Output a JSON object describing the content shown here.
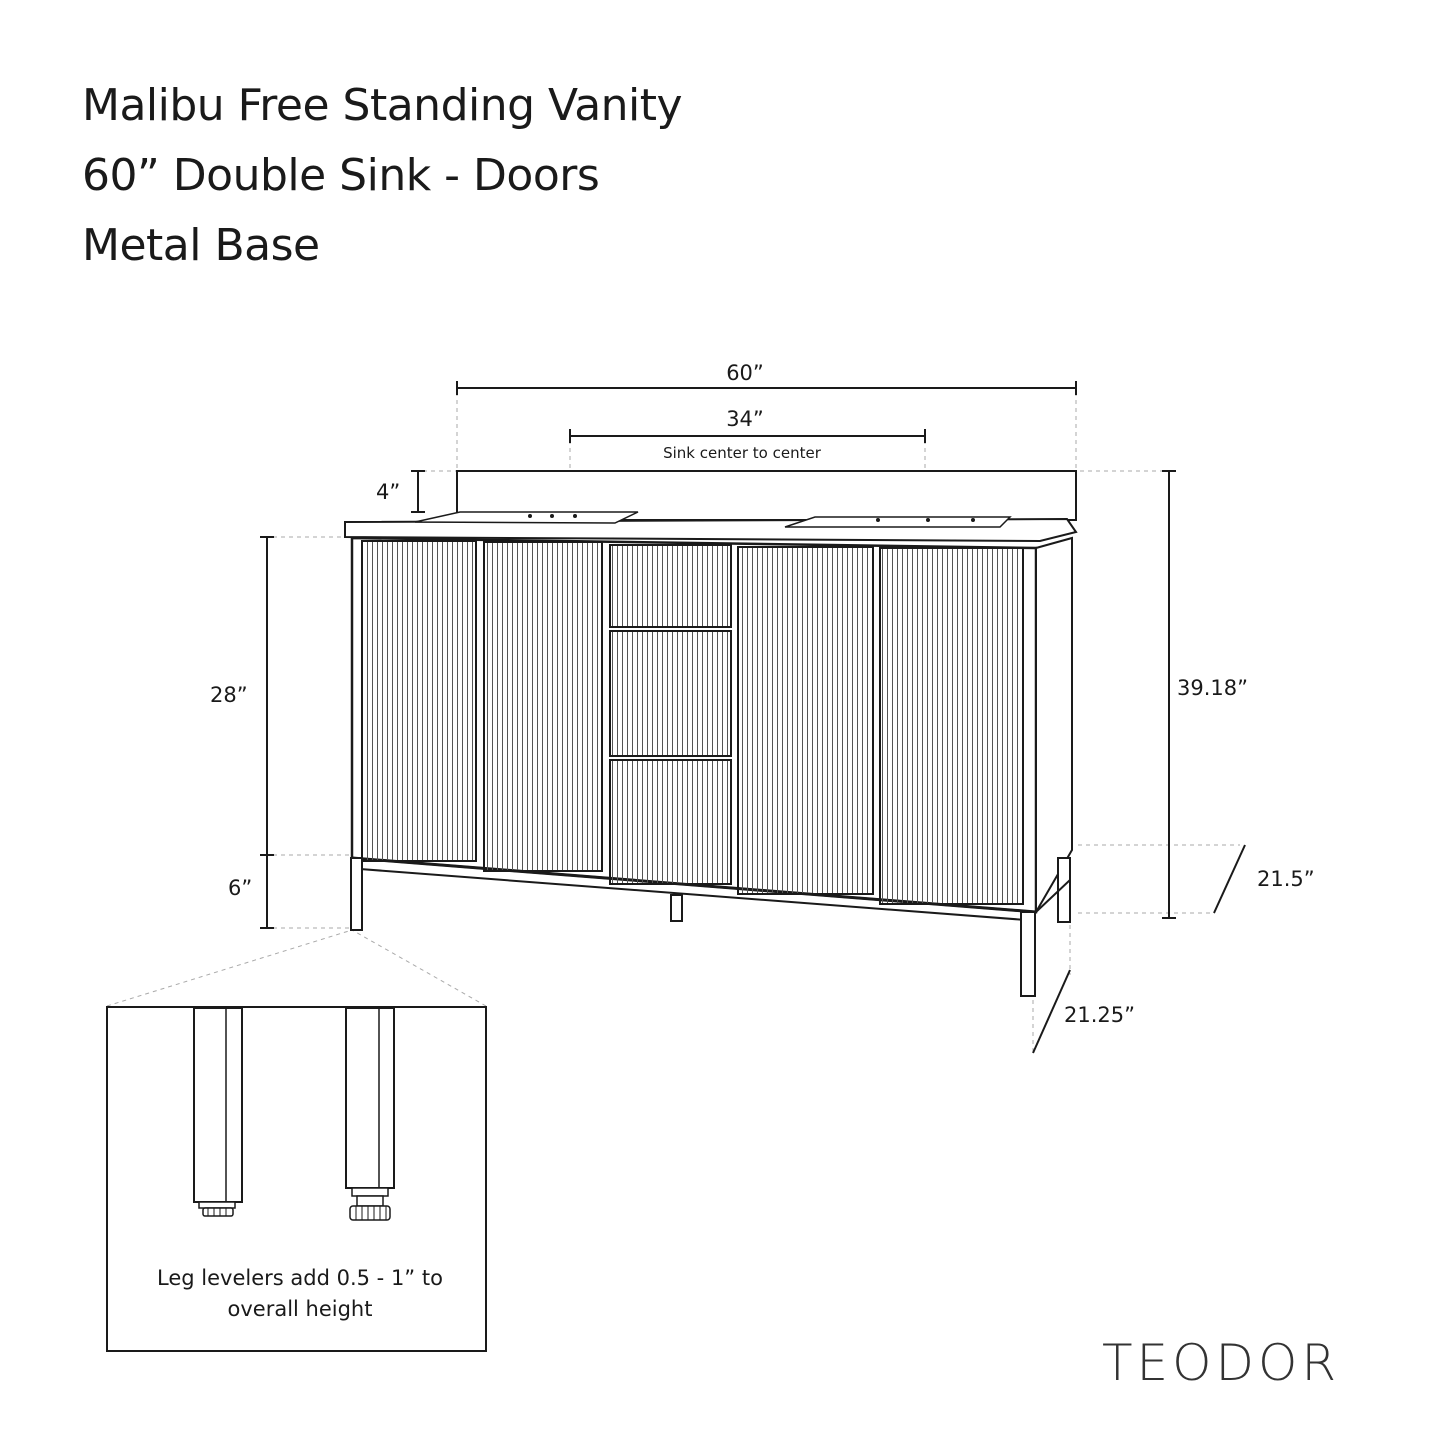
{
  "title": {
    "line1": "Malibu Free Standing Vanity",
    "line2": "60” Double Sink - Doors",
    "line3": "Metal Base"
  },
  "dimensions": {
    "overall_width": "60”",
    "sink_spacing": "34”",
    "sink_spacing_note": "Sink center to center",
    "backsplash_height": "4”",
    "cabinet_height": "28”",
    "leg_height": "6”",
    "overall_height": "39.18”",
    "top_depth": "21.5”",
    "base_depth": "21.25”"
  },
  "detail": {
    "leveler_note_line1": "Leg levelers add 0.5 - 1” to",
    "leveler_note_line2": "overall height"
  },
  "brand": "TEODOR"
}
